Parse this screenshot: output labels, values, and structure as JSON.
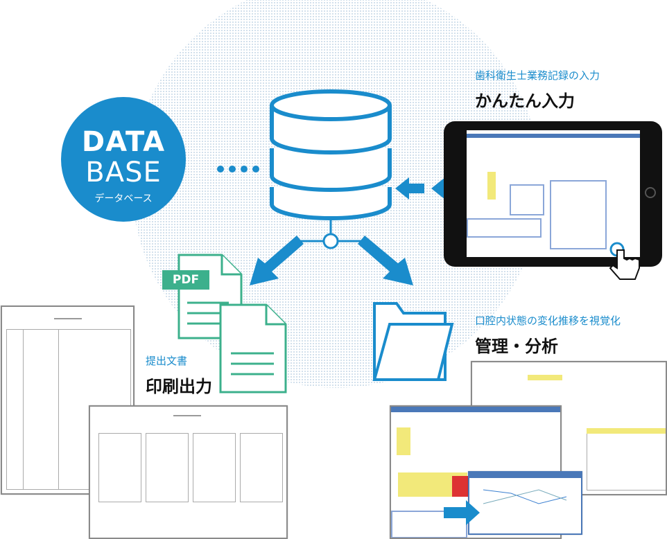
{
  "database": {
    "line1": "DATA",
    "line2": "BASE",
    "caption": "データベース"
  },
  "input_section": {
    "subtitle": "歯科衛生士業務記録の入力",
    "title": "かんたん入力"
  },
  "print_section": {
    "subtitle": "提出文書",
    "title": "印刷出力",
    "pdf_badge": "PDF"
  },
  "analysis_section": {
    "subtitle": "口腔内状態の変化推移を視覚化",
    "title": "管理・分析"
  },
  "colors": {
    "blue": "#1a8ccc",
    "green": "#3cb08c"
  }
}
